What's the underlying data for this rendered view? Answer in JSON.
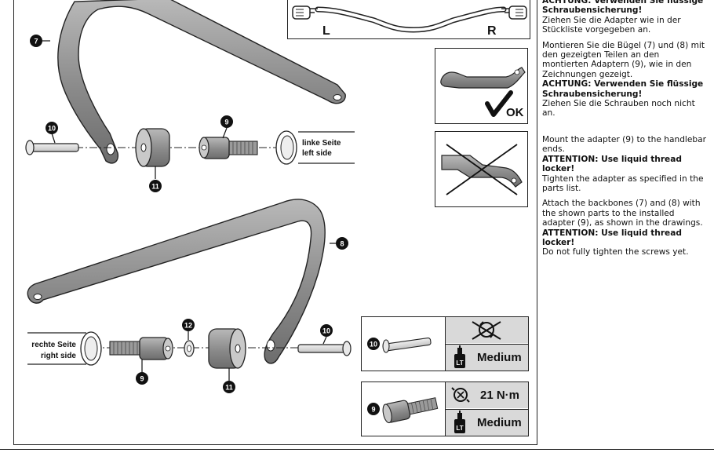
{
  "instructions_de": {
    "p1_attention": "ACHTUNG: Verwenden Sie flüssige Schraubensicherung!",
    "p1_text": "Ziehen Sie die Adapter wie in der Stückliste vorgegeben an.",
    "p2_text": "Montieren Sie die Bügel (7) und (8) mit den gezeigten Teilen an den montierten Adaptern (9), wie in den Zeichnungen gezeigt.",
    "p2_attention": "ACHTUNG: Verwenden Sie flüssige Schraubensicherung!",
    "p2_text2": "Ziehen Sie die Schrauben noch nicht an."
  },
  "instructions_en": {
    "p1_text": "Mount the adapter (9) to the handlebar ends.",
    "p1_attention": "ATTENTION: Use liquid thread locker!",
    "p1_text2": "Tighten the adapter as specified in the parts list.",
    "p2_text": "Attach the backbones (7) and (8) with the shown parts to the installed adapter (9), as shown in the drawings.",
    "p2_attention": "ATTENTION: Use liquid thread locker!",
    "p2_text2": "Do not fully tighten the screws yet."
  },
  "handlebar_view": {
    "left_label": "L",
    "right_label": "R"
  },
  "correct_view": {
    "ok_label": "OK"
  },
  "callouts": {
    "part_7": "7",
    "part_8": "8",
    "part_9_top": "9",
    "part_9_bottom": "9",
    "part_10_top": "10",
    "part_10_bottom": "10",
    "part_11_top": "11",
    "part_11_bottom": "11",
    "part_12": "12"
  },
  "side_labels": {
    "left_de": "linke Seite",
    "left_en": "left side",
    "right_de": "rechte Seite",
    "right_en": "right side"
  },
  "spec_table": {
    "row1_part": "10",
    "row1_torque_icon": "no-torque-icon",
    "row1_locker_icon": "thread-locker-lt-icon",
    "row1_locker": "Medium",
    "row2_part": "9",
    "row2_torque": "21 N·m",
    "row2_locker_icon": "thread-locker-lt-icon",
    "row2_locker": "Medium",
    "lt_mark": "LT"
  },
  "colors": {
    "part_fill": "#8e8e8e",
    "part_light": "#d8d8d8",
    "ink": "#111111"
  }
}
